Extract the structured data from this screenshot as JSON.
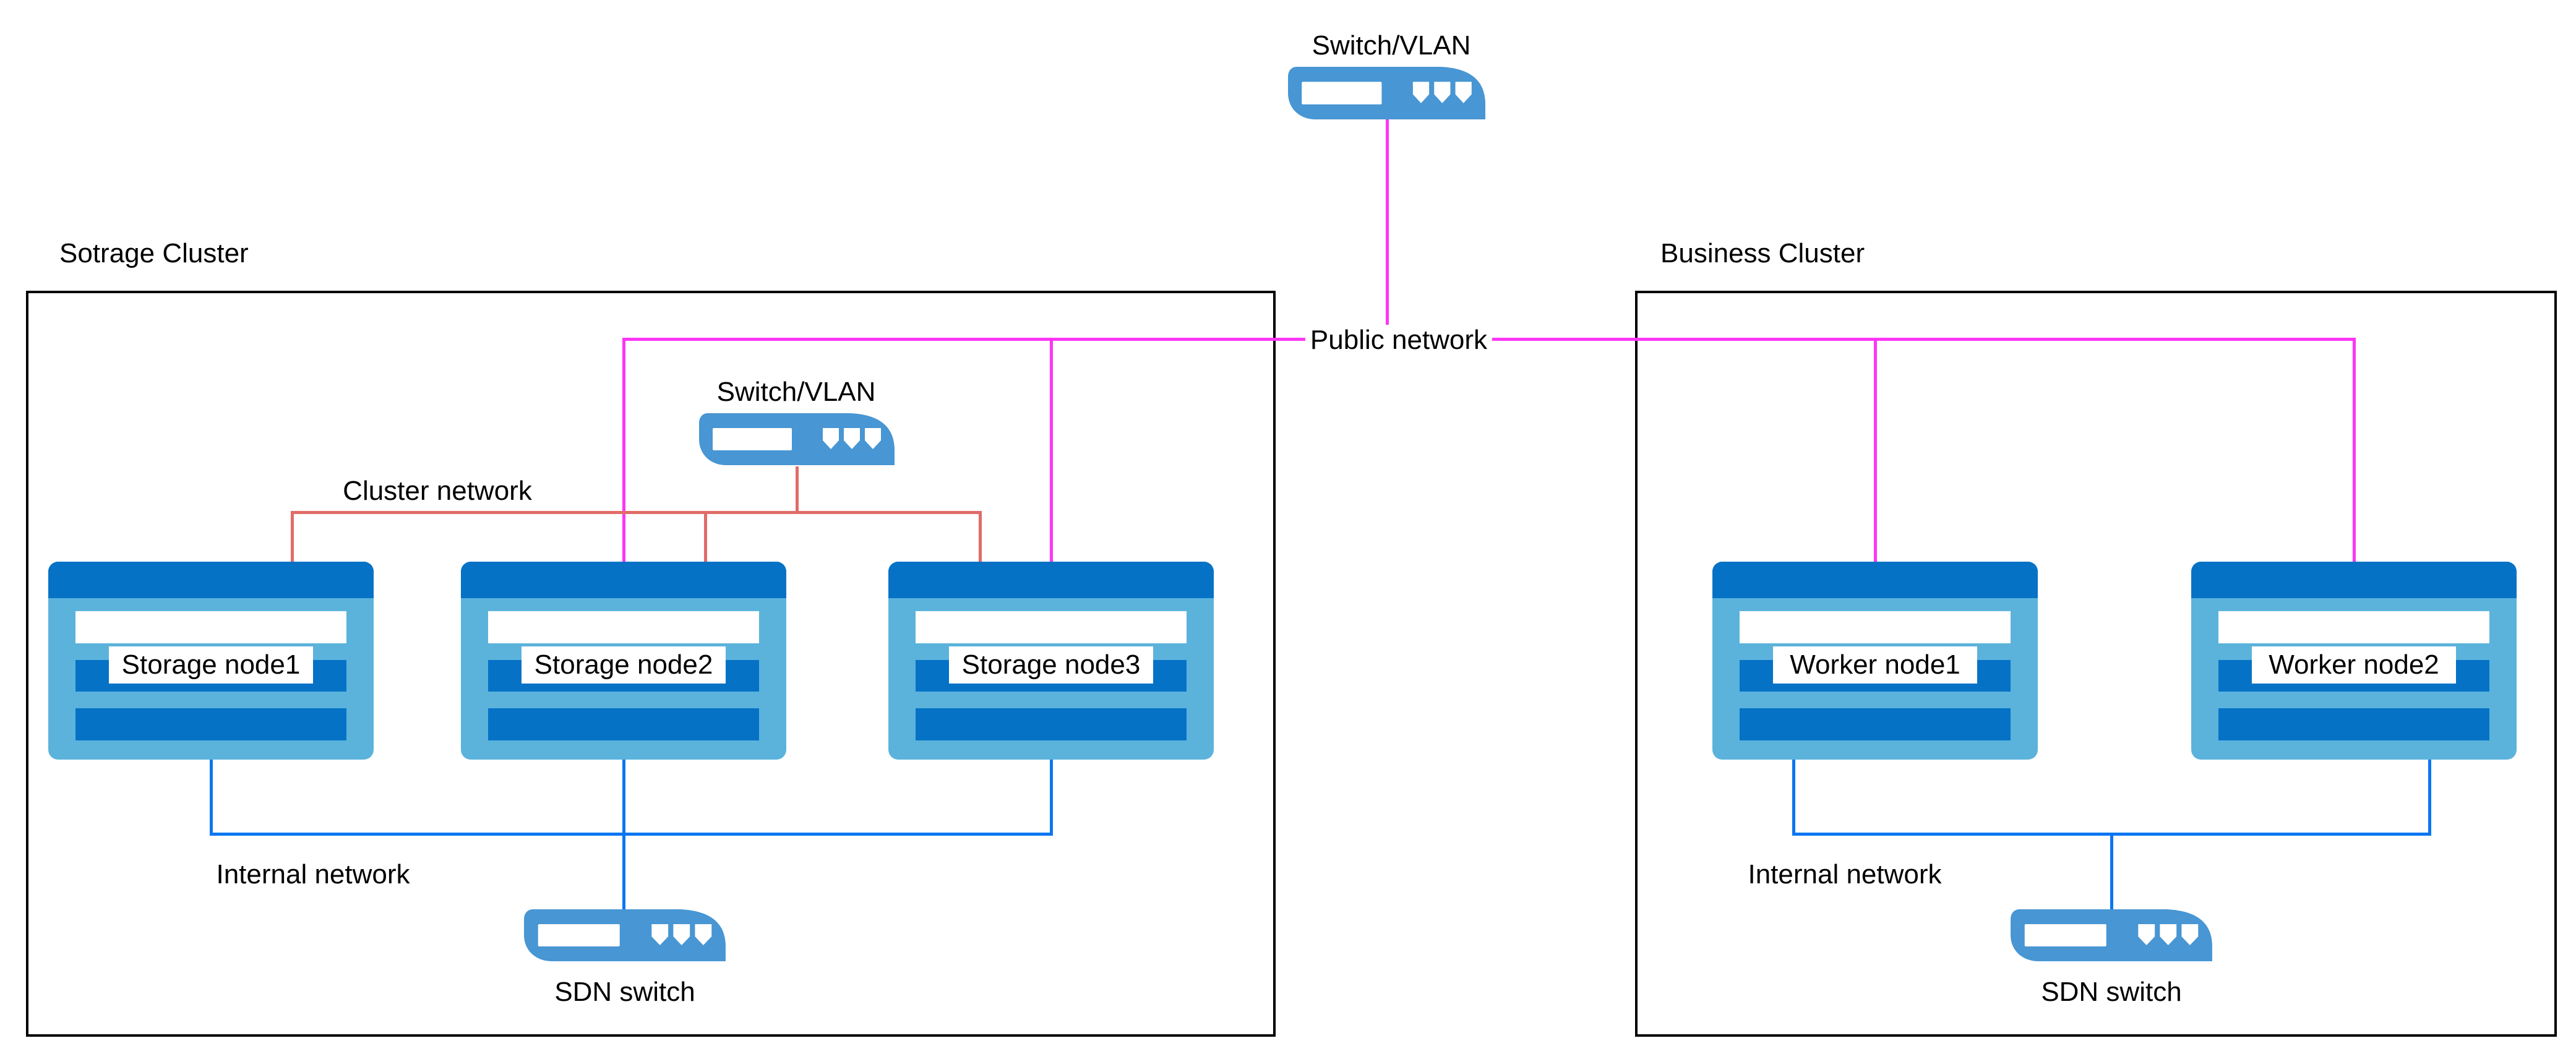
{
  "colors": {
    "public_network_line": "#FF35F6",
    "cluster_network_line": "#E06C68",
    "internal_network_line": "#0C76F2",
    "switch_icon_blue": "#4896D3",
    "node_body_light_blue": "#5BB3DC",
    "node_band_dark_blue": "#0572C6",
    "box_border": "#000000",
    "background": "#FFFFFF"
  },
  "top_switch": {
    "label": "Switch/VLAN"
  },
  "public_network": {
    "label": "Public network"
  },
  "storage_cluster": {
    "title": "Sotrage Cluster",
    "switch_label": "Switch/VLAN",
    "cluster_network_label": "Cluster network",
    "internal_network_label": "Internal network",
    "sdn_switch_label": "SDN switch",
    "nodes": [
      {
        "label": "Storage node1"
      },
      {
        "label": "Storage node2"
      },
      {
        "label": "Storage node3"
      }
    ]
  },
  "business_cluster": {
    "title": "Business Cluster",
    "internal_network_label": "Internal network",
    "sdn_switch_label": "SDN switch",
    "nodes": [
      {
        "label": "Worker node1"
      },
      {
        "label": "Worker node2"
      }
    ]
  }
}
